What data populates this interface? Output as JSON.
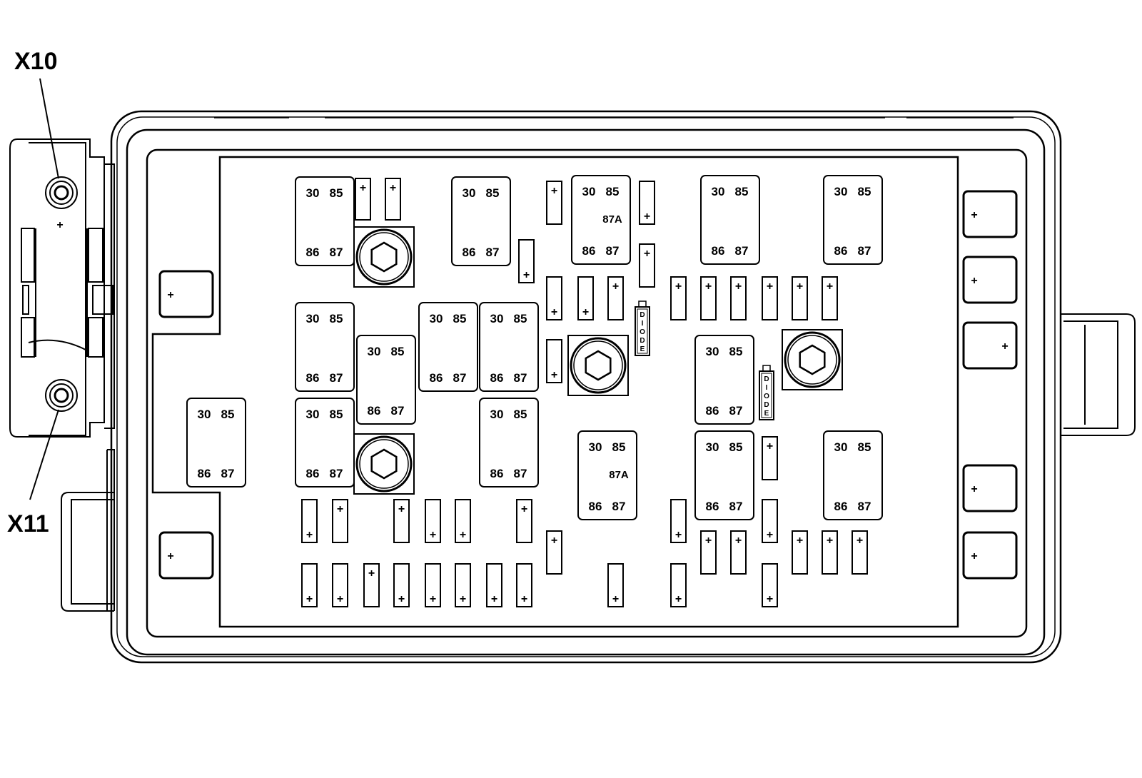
{
  "callouts": {
    "x10": "X10",
    "x11": "X11",
    "stud_x10_polarity": "+"
  },
  "relay_terminals": {
    "t30": "30",
    "t85": "85",
    "t86": "86",
    "t87": "87",
    "t87a": "87A"
  },
  "diode_label": "DIODE",
  "fuse_symbol": "+",
  "colors": {
    "line": "#000000",
    "background": "#ffffff"
  }
}
